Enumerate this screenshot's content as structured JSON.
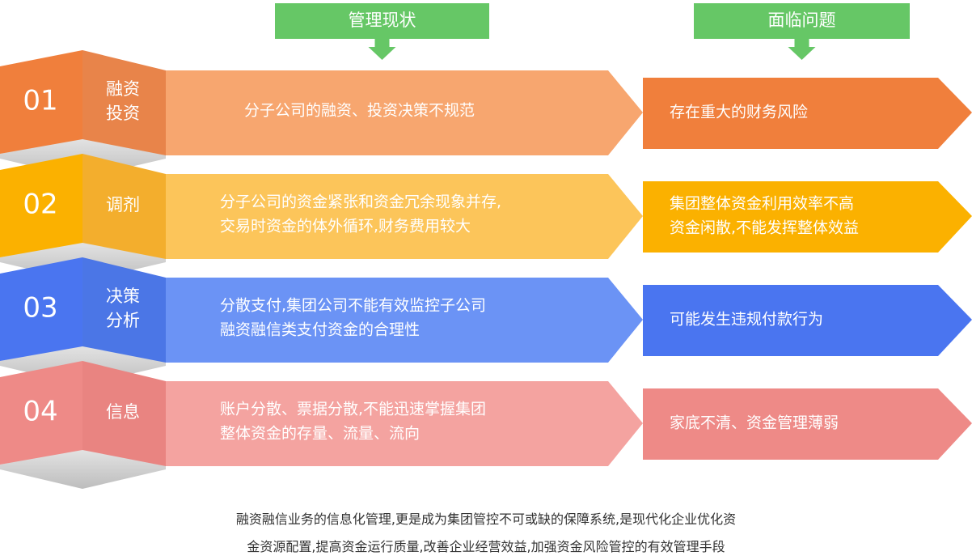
{
  "headers": {
    "status": "管理现状",
    "problem": "面临问题"
  },
  "rows": [
    {
      "num": "01",
      "label_lines": [
        "融资",
        "投资"
      ],
      "status_lines": [
        "分子公司的融资、投资决策不规范"
      ],
      "problem_lines": [
        "存在重大的财务风险"
      ],
      "colors": {
        "main": "#f7a66f",
        "dark": "#f07f3c",
        "side": "#e8844a",
        "shadow": "#cfcfcf"
      }
    },
    {
      "num": "02",
      "label_lines": [
        "调剂"
      ],
      "status_lines": [
        "分子公司的资金紧张和资金冗余现象并存,",
        "交易时资金的体外循环,财务费用较大"
      ],
      "problem_lines": [
        "集团整体资金利用效率不高",
        "资金闲散,不能发挥整体效益"
      ],
      "colors": {
        "main": "#fcc55a",
        "dark": "#fbb100",
        "side": "#f3ae2d",
        "shadow": "#cfcfcf"
      }
    },
    {
      "num": "03",
      "label_lines": [
        "决策",
        "分析"
      ],
      "status_lines": [
        "分散支付,集团公司不能有效监控子公司",
        "融资融信类支付资金的合理性"
      ],
      "problem_lines": [
        "可能发生违规付款行为"
      ],
      "colors": {
        "main": "#6b93f5",
        "dark": "#4a75f0",
        "side": "#4b76e6",
        "shadow": "#cfcfcf"
      }
    },
    {
      "num": "04",
      "label_lines": [
        "信息"
      ],
      "status_lines": [
        "账户分散、票据分散,不能迅速掌握集团",
        "整体资金的存量、流量、流向"
      ],
      "problem_lines": [
        "家底不清、资金管理薄弱"
      ],
      "colors": {
        "main": "#f4a3a0",
        "dark": "#ee8a87",
        "side": "#e98481",
        "shadow": "#cfcfcf"
      }
    }
  ],
  "summary": [
    "融资融信业务的信息化管理,更是成为集团管控不可或缺的保障系统,是现代化企业优化资",
    "金资源配置,提高资金运行质量,改善企业经营效益,加强资金风险管控的有效管理手段"
  ],
  "colors": {
    "header": "#66c766",
    "text": "#ffffff",
    "summary": "#333333"
  }
}
